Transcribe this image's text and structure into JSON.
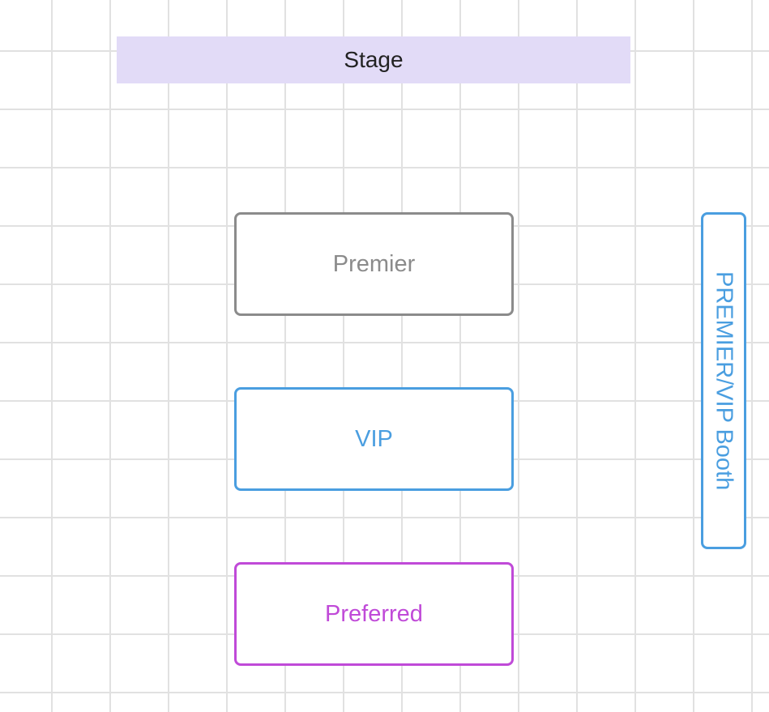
{
  "floor_plan": {
    "stage": {
      "label": "Stage",
      "color": "#e2dbf7"
    },
    "sections": [
      {
        "label": "Premier",
        "color": "#8b8b8b"
      },
      {
        "label": "VIP",
        "color": "#4a9ee0"
      },
      {
        "label": "Preferred",
        "color": "#c04ad8"
      }
    ],
    "booth": {
      "label": "PREMIER/VIP Booth",
      "color": "#4a9ee0"
    }
  }
}
